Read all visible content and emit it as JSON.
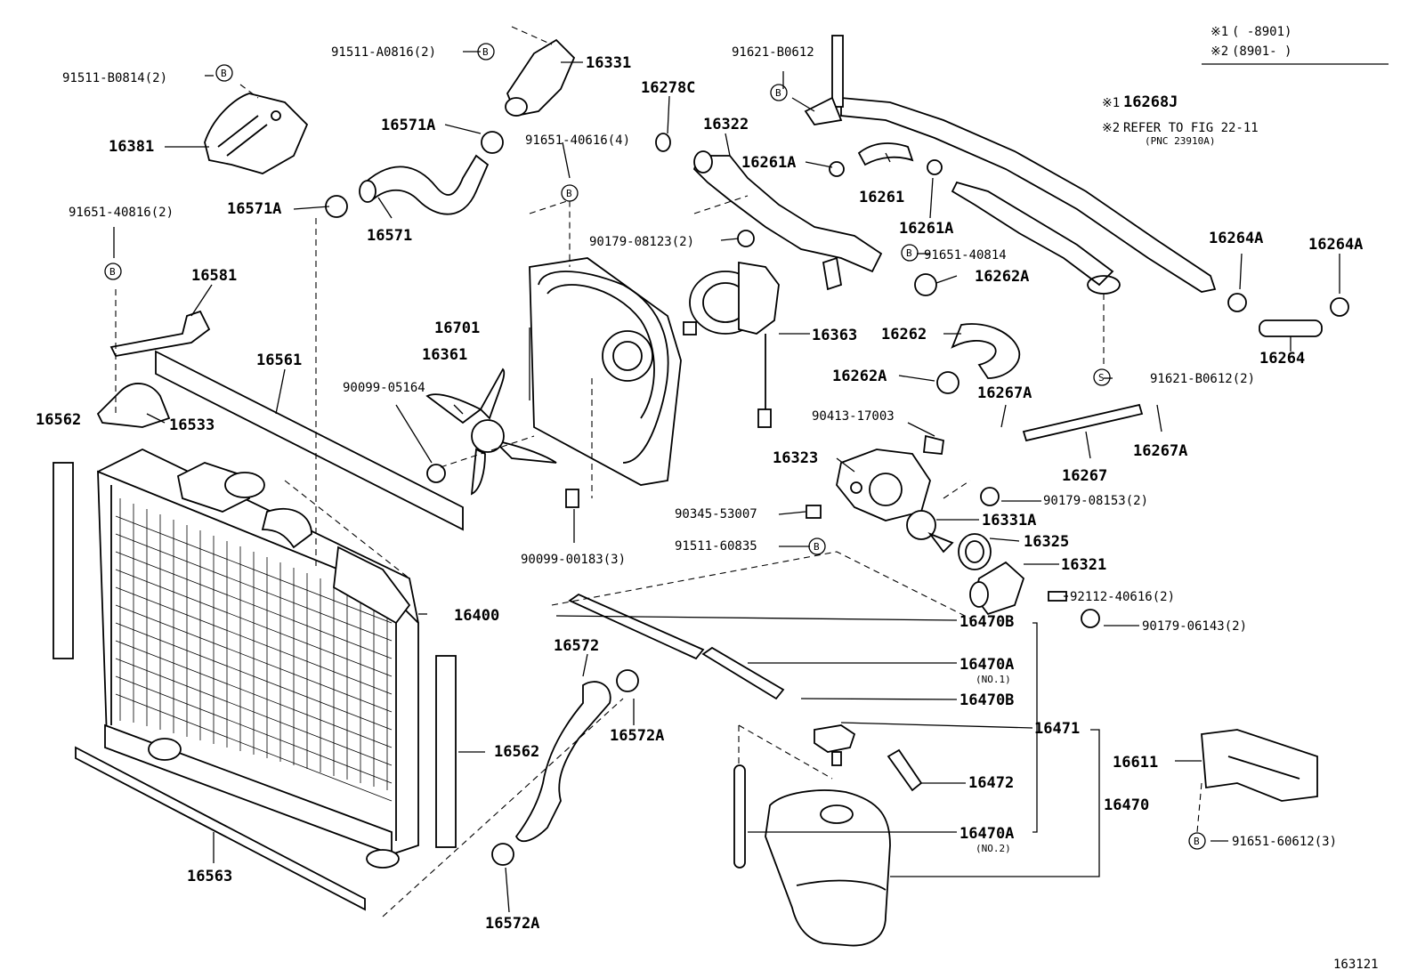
{
  "legend": {
    "note1_mark": "※1",
    "note1_range": "(      -8901)",
    "note2_mark": "※2",
    "note2_range": "(8901-      )"
  },
  "notes": {
    "n1_mark": "※1",
    "n1_text": "16268J",
    "n2_mark": "※2",
    "n2_text": "REFER TO FIG 22-11",
    "n2_sub": "(PNC 23910A)"
  },
  "bolt_marker_b": "B",
  "bolt_marker_s": "S",
  "callouts": {
    "p91511_A0816": "91511-A0816(2)",
    "p16331": "16331",
    "p91511_B0814": "91511-B0814(2)",
    "p16381": "16381",
    "p16571A_top": "16571A",
    "p16571A_left": "16571A",
    "p16571": "16571",
    "p91651_40816": "91651-40816(2)",
    "p16581": "16581",
    "p16561": "16561",
    "p16562_left": "16562",
    "p16562_right": "16562",
    "p16533": "16533",
    "p16400": "16400",
    "p16563": "16563",
    "p16278C": "16278C",
    "p91651_40616": "91651-40616(4)",
    "p16322": "16322",
    "p91621_B0612_top": "91621-B0612",
    "p16261A_left": "16261A",
    "p16261": "16261",
    "p16261A_right": "16261A",
    "p90179_08123": "90179-08123(2)",
    "p91651_40814": "91651-40814",
    "p16262A_top": "16262A",
    "p16262": "16262",
    "p16262A_bot": "16262A",
    "p16264A_1": "16264A",
    "p16264A_2": "16264A",
    "p16264": "16264",
    "p91621_B0612_2": "91621-B0612(2)",
    "p16701": "16701",
    "p16361": "16361",
    "p16363": "16363",
    "p90099_05164": "90099-05164",
    "p16267A_top": "16267A",
    "p16267A_right": "16267A",
    "p16267": "16267",
    "p90413_17003": "90413-17003",
    "p16323": "16323",
    "p90179_08153": "90179-08153(2)",
    "p90345_53007": "90345-53007",
    "p16331A": "16331A",
    "p91511_60835": "91511-60835",
    "p16325": "16325",
    "p90099_00183": "90099-00183(3)",
    "p16321": "16321",
    "p92112_40616": "92112-40616(2)",
    "p90179_06143": "90179-06143(2)",
    "p16470B_1": "16470B",
    "p16572": "16572",
    "p16470A_1": "16470A",
    "p16470A_1_sub": "(NO.1)",
    "p16470B_2": "16470B",
    "p16572A_mid": "16572A",
    "p16471": "16471",
    "p16472": "16472",
    "p16470": "16470",
    "p16470A_2": "16470A",
    "p16470A_2_sub": "(NO.2)",
    "p16611": "16611",
    "p91651_60612": "91651-60612(3)",
    "p16572A_bot": "16572A"
  },
  "figure_number": "163121"
}
